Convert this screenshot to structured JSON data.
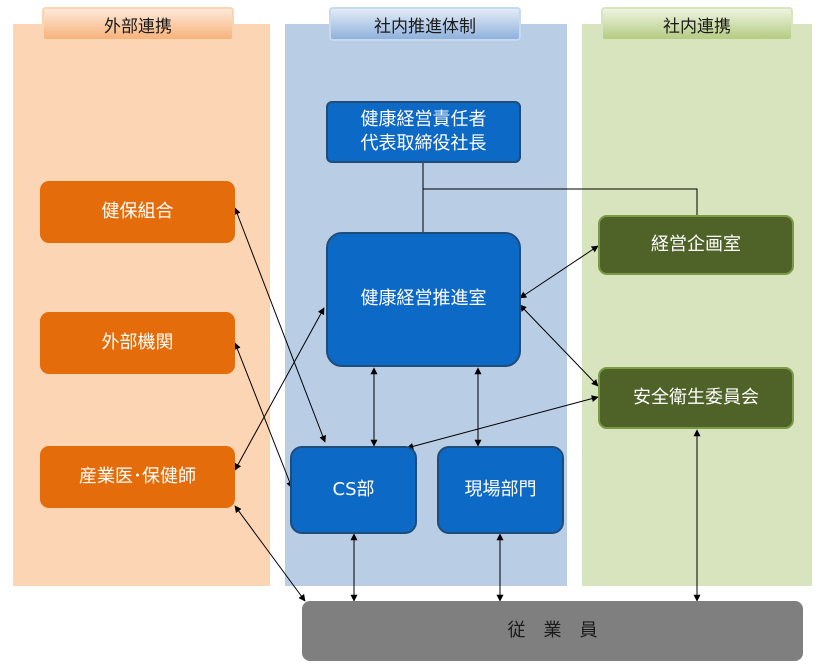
{
  "headers": {
    "external": "外部連携",
    "internal_system": "社内推進体制",
    "internal_link": "社内連携"
  },
  "nodes": {
    "ceo_line1": "健康経営責任者",
    "ceo_line2": "代表取締役社長",
    "promotion_office": "健康経営推進室",
    "cs_dept": "CS部",
    "field_dept": "現場部門",
    "insurance": "健保組合",
    "external_org": "外部機関",
    "occupational_doctor": "産業医･保健師",
    "planning_office": "経営企画室",
    "safety_committee": "安全衛生委員会",
    "employees": "従　業　員"
  },
  "colors": {
    "external_panel": "#fcd5b5",
    "internal_panel": "#b9cde5",
    "link_panel": "#d7e4bd",
    "orange": "#e46c0a",
    "blue": "#0d69c6",
    "green": "#4f6228",
    "gray": "#7f7f7f"
  }
}
